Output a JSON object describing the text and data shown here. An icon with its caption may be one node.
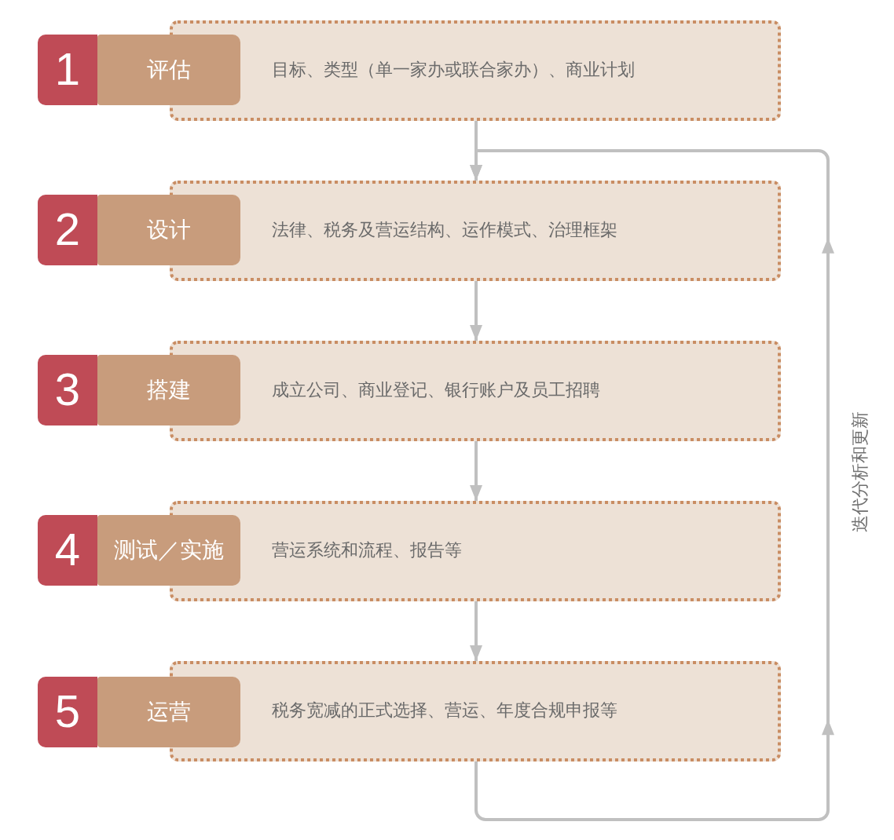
{
  "diagram": {
    "nodes": [
      {
        "text": [
          "1"
        ]
      },
      {
        "text": [
          "评估"
        ]
      },
      {
        "text": [
          "目标、类型（单一家办或联合家办）、商业计划"
        ]
      },
      {
        "text": [
          "2"
        ]
      },
      {
        "text": [
          "设计"
        ]
      },
      {
        "text": [
          "法律、税务及营运结构、运作模式、治理框架"
        ]
      },
      {
        "text": [
          "3"
        ]
      },
      {
        "text": [
          "搭建"
        ]
      },
      {
        "text": [
          "成立公司、商业登记、银行账户及员工招聘"
        ]
      },
      {
        "text": [
          "4"
        ]
      },
      {
        "text": [
          "测试／实施"
        ]
      },
      {
        "text": [
          "营运系统和流程、报告等"
        ]
      },
      {
        "text": [
          "5"
        ]
      },
      {
        "text": [
          "运营"
        ]
      },
      {
        "text": [
          "税务宽减的正式选择、营运、年度合规申报等"
        ]
      }
    ],
    "edges": [
      {
        "from": 2,
        "to": 5,
        "arrow": "to"
      },
      {
        "from": 5,
        "to": 8,
        "arrow": "to"
      },
      {
        "from": 8,
        "to": 11,
        "arrow": "to"
      },
      {
        "from": 11,
        "to": 14,
        "arrow": "to"
      },
      {
        "from": 14,
        "to": 5,
        "arrow": "to",
        "label": "迭代分析和更新"
      }
    ]
  }
}
